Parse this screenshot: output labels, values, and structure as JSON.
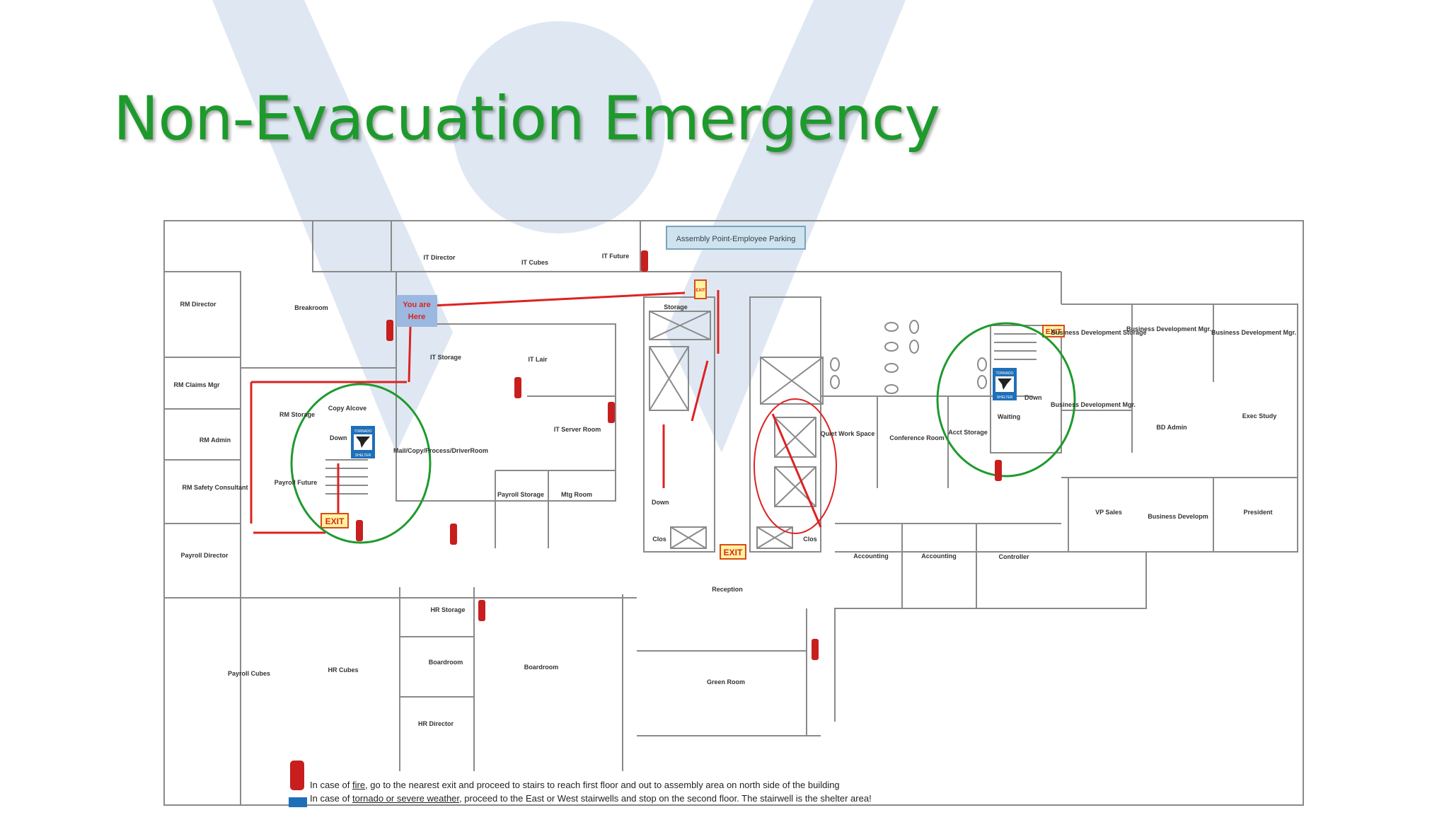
{
  "slide": {
    "title": "Non-Evacuation Emergency"
  },
  "colors": {
    "title": "#1e9a2d",
    "watermark": "#dfe8f2",
    "route": "#dd2222",
    "shelter_circle": "#1e9a2d",
    "elevator_circle": "#dd2222",
    "exit_fill": "#fff3a0",
    "you_are_here_fill": "#9bb8e0",
    "shelter_icon": "#1f6fb8",
    "extinguisher": "#c81e1e"
  },
  "floor_plan": {
    "assembly_point": "Assembly Point-Employee Parking",
    "you_are_here": [
      "You are",
      "Here"
    ],
    "exit_label": "EXIT",
    "down_label": "Down",
    "shelter_icon_text": [
      "TORNADO",
      "SHELTER"
    ],
    "rooms": {
      "rm_director": "RM Director",
      "breakroom": "Breakroom",
      "it_director": "IT Director",
      "it_cubes": "IT Cubes",
      "it_future": "IT Future",
      "it_storage": "IT Storage",
      "it_lair": "IT Lair",
      "rm_claims_mgr": "RM Claims Mgr",
      "rm_storage": "RM Storage",
      "copy_alcove": "Copy Alcove",
      "rm_admin": "RM Admin",
      "rm_safety_consultant": "RM Safety Consultant",
      "payroll_future": "Payroll Future",
      "mail_room": "Mail/Copy/Process/DriverRoom",
      "it_server_room": "IT Server Room",
      "payroll_storage": "Payroll Storage",
      "mtg_room": "Mtg Room",
      "payroll_director": "Payroll Director",
      "storage": "Storage",
      "clos_left": "Clos",
      "clos_right": "Clos",
      "reception": "Reception",
      "quiet_work_space": "Quiet Work Space",
      "conference_room": "Conference Room",
      "acct_storage": "Acct Storage",
      "waiting": "Waiting",
      "bd_storage": "Business Development Storage",
      "bd_mgr_top": "Business Development Mgr.",
      "bd_mgr_top_right": "Business Development Mgr.",
      "bd_mgr_mid": "Business Development Mgr.",
      "bd_admin": "BD Admin",
      "exec_study": "Exec Study",
      "vp_sales": "VP Sales",
      "business_developm": "Business Developm",
      "president": "President",
      "accounting_1": "Accounting",
      "accounting_2": "Accounting",
      "controller": "Controller",
      "hr_storage": "HR Storage",
      "boardroom_small": "Boardroom",
      "boardroom": "Boardroom",
      "green_room": "Green Room",
      "payroll_cubes": "Payroll Cubes",
      "hr_cubes": "HR Cubes",
      "hr_director": "HR Director"
    }
  },
  "legend": {
    "fire_pre": "In case of ",
    "fire_key": "fire",
    "fire_post": ", go to the nearest exit and proceed to stairs to reach first floor and out to assembly area on north side of the building",
    "tornado_pre": "In case of ",
    "tornado_key": "tornado or severe weather",
    "tornado_post": ", proceed to the East or West stairwells and stop on the second floor.  The stairwell is the shelter area!"
  }
}
